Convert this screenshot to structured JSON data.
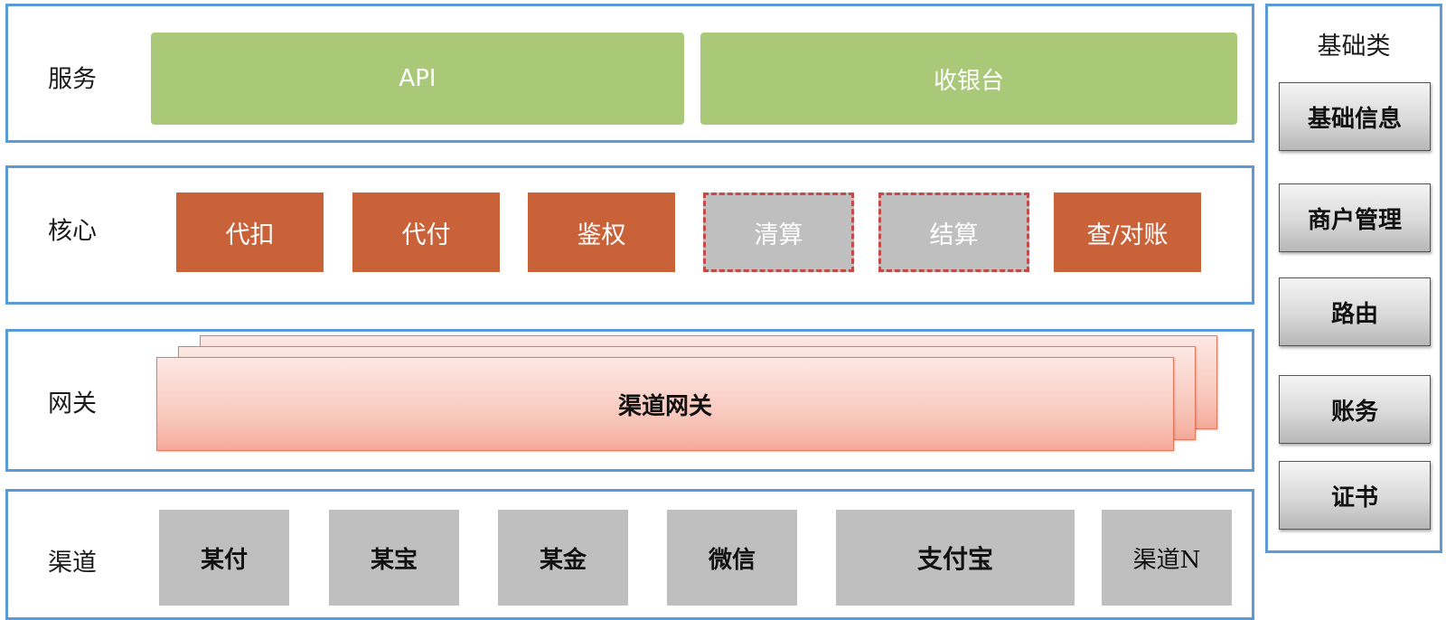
{
  "layers": {
    "service": {
      "label": "服务",
      "items": [
        "API",
        "收银台"
      ]
    },
    "core": {
      "label": "核心",
      "items": [
        {
          "label": "代扣",
          "status": "active"
        },
        {
          "label": "代付",
          "status": "active"
        },
        {
          "label": "鉴权",
          "status": "active"
        },
        {
          "label": "清算",
          "status": "pending"
        },
        {
          "label": "结算",
          "status": "pending"
        },
        {
          "label": "查/对账",
          "status": "active"
        }
      ]
    },
    "gateway": {
      "label": "网关",
      "items": [
        "渠道网关"
      ]
    },
    "channel": {
      "label": "渠道",
      "items": [
        "某付",
        "某宝",
        "某金",
        "微信",
        "支付宝",
        "渠道N"
      ]
    }
  },
  "side_panel": {
    "title": "基础类",
    "items": [
      "基础信息",
      "商户管理",
      "路由",
      "账务",
      "证书"
    ]
  },
  "colors": {
    "layer_border": "#5b9bd5",
    "service_box": "#a9c979",
    "core_active": "#ca6239",
    "core_pending": "#bfbfbf",
    "pending_border": "#c34a47",
    "gateway_fill": "#f8c4b8",
    "channel_box": "#bfbfbf"
  }
}
